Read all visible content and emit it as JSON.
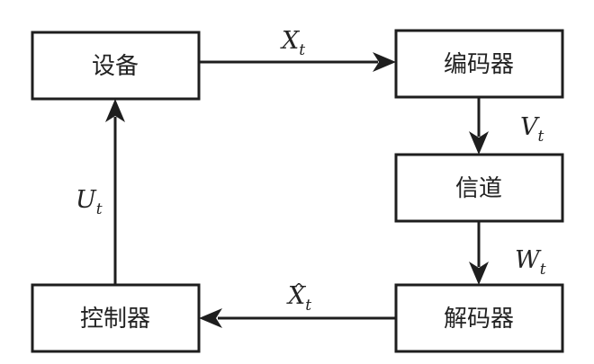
{
  "diagram": {
    "type": "block-diagram",
    "nodes": [
      {
        "id": "device",
        "label": "设备"
      },
      {
        "id": "encoder",
        "label": "编码器"
      },
      {
        "id": "channel",
        "label": "信道"
      },
      {
        "id": "decoder",
        "label": "解码器"
      },
      {
        "id": "controller",
        "label": "控制器"
      }
    ],
    "edges": [
      {
        "from": "device",
        "to": "encoder",
        "label": {
          "base": "X",
          "sub": "t",
          "hat": false
        }
      },
      {
        "from": "encoder",
        "to": "channel",
        "label": {
          "base": "V",
          "sub": "t",
          "hat": false
        }
      },
      {
        "from": "channel",
        "to": "decoder",
        "label": {
          "base": "W",
          "sub": "t",
          "hat": false
        }
      },
      {
        "from": "decoder",
        "to": "controller",
        "label": {
          "base": "X",
          "sub": "t",
          "hat": true,
          "hat_glyph": "^"
        }
      },
      {
        "from": "controller",
        "to": "device",
        "label": {
          "base": "U",
          "sub": "t",
          "hat": false
        }
      }
    ]
  }
}
